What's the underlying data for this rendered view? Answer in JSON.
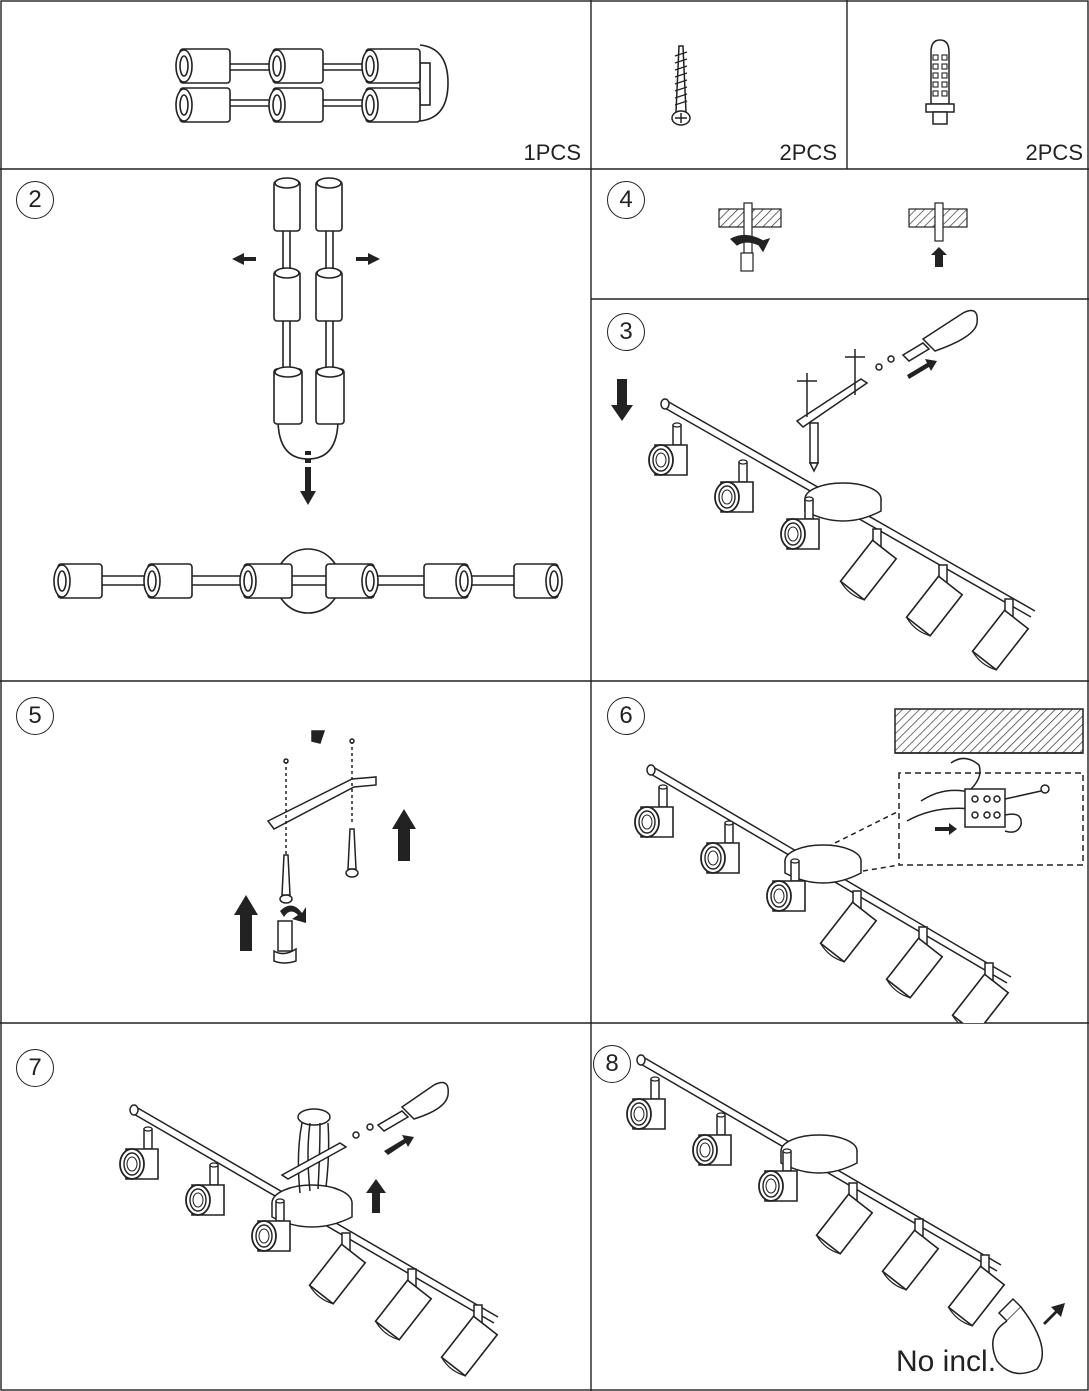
{
  "parts": {
    "lamp_bar": {
      "qty": "1PCS"
    },
    "screw": {
      "qty": "2PCS"
    },
    "anchor": {
      "qty": "2PCS"
    }
  },
  "steps": {
    "s2": {
      "number": "2"
    },
    "s3": {
      "number": "3"
    },
    "s4": {
      "number": "4"
    },
    "s5": {
      "number": "5"
    },
    "s6": {
      "number": "6"
    },
    "s7": {
      "number": "7"
    },
    "s8": {
      "number": "8",
      "note": "No incl."
    }
  },
  "icons": [
    "lamp-bar-folded-icon",
    "screw-icon",
    "wall-anchor-icon",
    "arrow-icon",
    "drill-icon",
    "mounting-bracket-icon",
    "screwdriver-icon",
    "ceiling-icon",
    "terminal-block-icon",
    "light-bulb-icon",
    "spotlight-icon"
  ]
}
